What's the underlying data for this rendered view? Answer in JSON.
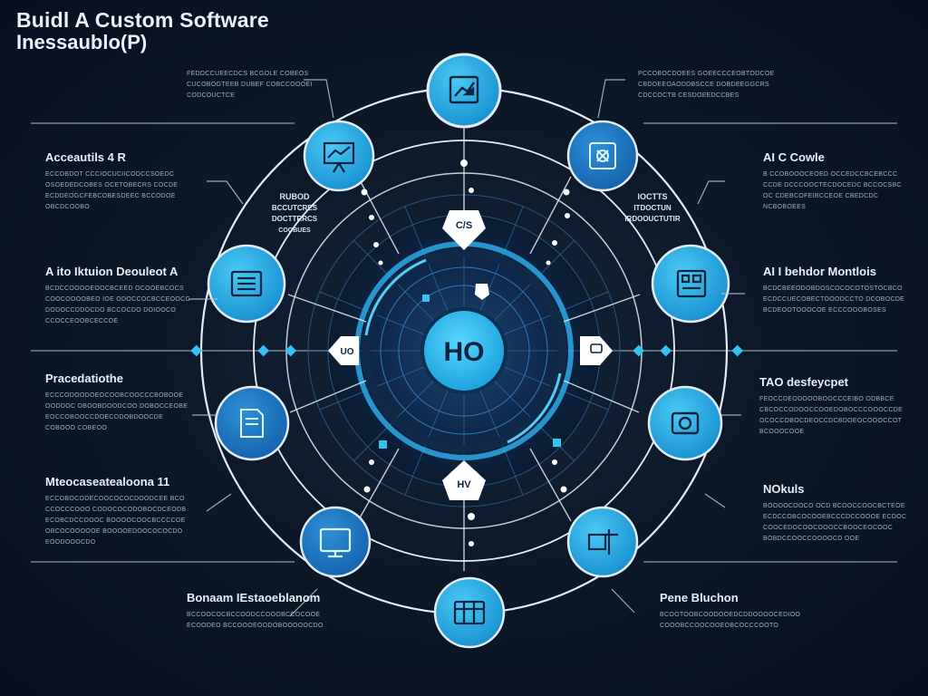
{
  "title": {
    "line1": "Buidl A Custom Software",
    "line2": "Inessaublo(P)"
  },
  "center": {
    "label": "HO"
  },
  "inner_labels": {
    "top_left": [
      "RUBOD",
      "BCCUTCRES",
      "DOCTTRRCS",
      "COOBUES"
    ],
    "top_right": [
      "IOCTTS",
      "ITDOCTUN",
      "IRDOOUCTUTIR"
    ],
    "upper_node": "C/S",
    "lower_node": "HV",
    "left_node": "UO"
  },
  "callouts": {
    "top_left": {
      "head": "",
      "lines": [
        "FEDDCCUEECDCS BCGOLE COBEOS",
        "CUCOBOGTEEB DUBEF COBCCOOOEI",
        "CODCOUCTCE"
      ]
    },
    "top_right": {
      "head": "",
      "lines": [
        "PCCOBOCDOEES GOEECCCEOBTODCOE",
        "CBDOEEOAODDBSCCE DOBDEEGGCRS",
        "CDCCOCTB CESDOEEDCCBES"
      ]
    },
    "acc": {
      "head": "Acceautils 4 R",
      "lines": [
        "ECCOBDOT CCCIOCUCIICODCCSOEDC",
        "OSOEDEDCOBES OCETOBECRS COCDE",
        "ECDDEOGCFEBCOBESDEEC BCCODOE",
        "OBCDCOOBO"
      ]
    },
    "aic": {
      "head": "AI C Cowle",
      "lines": [
        "B CCOBOOOCEOED OCCEDCCBCEBCCC",
        "CCDE DCCCOOCTECDOCEDC BCCOCSBC",
        "OC CDEBCOFEIBCCEOE CBEDCDC",
        "NCBOBOEES"
      ]
    },
    "ato": {
      "head": "A ito Iktuion Deouleot A",
      "lines": [
        "BCDCCOOOOEOOCBCEED OCOOEBCOCS",
        "COOCOOOOBEO IOE ODOCCOCBCCEOOCC",
        "DODOCCDDOCDO BCCOCDO DOIOOCO",
        "CCOCCEOOBCECCOE"
      ]
    },
    "aii": {
      "head": "AI I behdor Montlois",
      "lines": [
        "BCDCBEEODOBDOSCOCOCOTOSTOCBCO",
        "ECDCCUECOBECTOOODCCTO DCOBOCDE",
        "BCDEOOTOOOCOE ECCCOOOBOSES"
      ]
    },
    "proc": {
      "head": "Pracedatiothe",
      "lines": [
        "ECCCODOODOEOCOOBCOOCCCBOBOOE",
        "OODDOC OBOOBDOODCOO DOBOCCEOBE",
        "EOCCOBOOCCDOECODOBDOOCDE",
        "COBOOO COBEOO"
      ]
    },
    "tao": {
      "head": "TAO desfeycpet",
      "lines": [
        "FEOCCDEODOOOBOOCCCEIBO ODBBCE",
        "CBCOCCODOOCCOOEDOBOCCCOOOCCDE",
        "OCOCCOBOCDEOCCDCBDOEOCOOOCCOT",
        "BCOOOCOOE"
      ]
    },
    "mea": {
      "head": "Mteocaseatealoona 11",
      "lines": [
        "ECCOBOCODECOOCOCOCDOODCEE BCO",
        "CCOCCCOOO CODOCOCODOBOCDCEODB",
        "ECOBCDCCOOOC BOOOOCOOCBCCCCOE",
        "OBCOCOOOOOE BOOOOEDOOCOCOCDO",
        "EOODOOOCDO"
      ]
    },
    "nok": {
      "head": "NOkuls",
      "lines": [
        "BOOOOCOOCO OCD BCOOCCOOCBCTEOE",
        "ECDCCOBCOCOOEBCCCDCCOOOE ECDOC",
        "COOCEDOCOOCOOOCCBOOCEOCOOC",
        "BOBDCCOOCCOOOOCD OOE"
      ]
    },
    "bottom_left": {
      "head": "Bonaam IEstaoeblanom",
      "lines": [
        "BCCOOCOCBCCOODCCOOOBCCOCOOE",
        "ECOODEO BCCOOOEOODOBOOOOOCDO"
      ]
    },
    "bottom_right": {
      "head": "Pene Bluchon",
      "lines": [
        "BCOOTOOBCOODOOEDCDDOOOOCEDIOO",
        "COOOBCCOOCOOEOBCOCCCOOTO"
      ]
    }
  },
  "icons": {
    "top": "chart-icon",
    "upper_left": "presentation-icon",
    "upper_right": "code-settings-icon",
    "left": "document-list-icon",
    "right": "dashboard-icon",
    "lower_left": "file-docs-icon",
    "lower_right": "camera-icon",
    "bottom_left": "monitor-icon",
    "bottom_right": "layout-icon",
    "bottom": "table-icon"
  },
  "colors": {
    "node_fill": "#29b6e8",
    "node_dark": "#1c88cf",
    "ring_light": "#dfe9f2",
    "accent": "#34c3f0",
    "background": "#0b1626"
  }
}
